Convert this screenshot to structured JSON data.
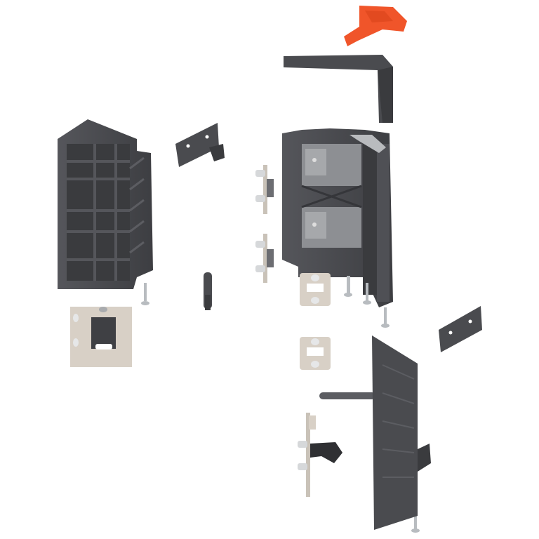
{
  "diagram": {
    "type": "exploded-view",
    "colors": {
      "housing": "#4a4b4f",
      "housing_dark": "#3a3b3e",
      "housing_light": "#5c5d62",
      "metal_plate": "#d8d0c6",
      "metal_grey": "#a9abae",
      "screw": "#b8bcc0",
      "accent_orange": "#f0552a",
      "background": "#ffffff"
    },
    "parts": [
      {
        "name": "orange-clip"
      },
      {
        "name": "top-cover"
      },
      {
        "name": "left-housing"
      },
      {
        "name": "small-bracket-left"
      },
      {
        "name": "mounting-clips-left"
      },
      {
        "name": "main-mechanism"
      },
      {
        "name": "screws"
      },
      {
        "name": "mounting-plate-large"
      },
      {
        "name": "mounting-plates-small"
      },
      {
        "name": "small-bracket-right"
      },
      {
        "name": "front-panel"
      },
      {
        "name": "hinge-arm"
      }
    ]
  }
}
